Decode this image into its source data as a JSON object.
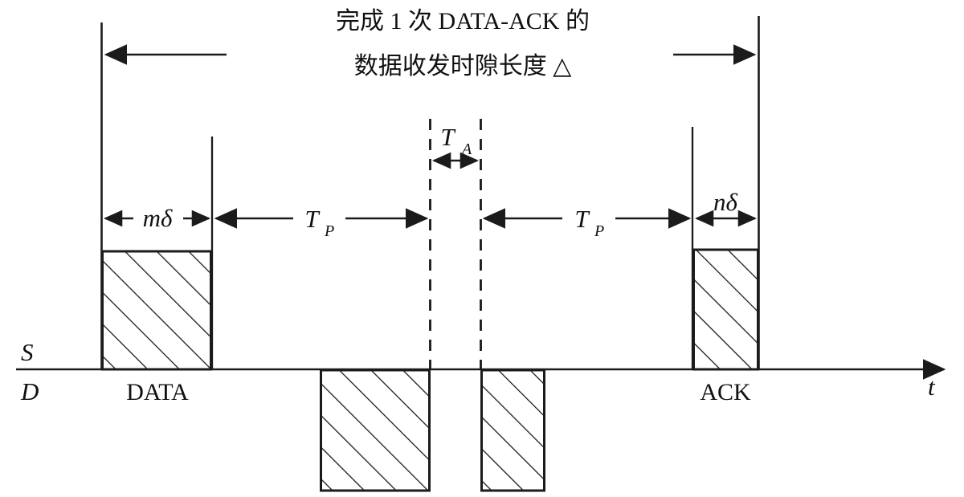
{
  "figure": {
    "type": "timing-diagram",
    "title_line1": "完成 1 次 DATA-ACK 的",
    "title_line2": "数据收发时隙长度 △",
    "axis": {
      "time_label": "t",
      "sender_label": "S",
      "destination_label": "D"
    },
    "blocks": [
      {
        "id": "data",
        "label": "DATA",
        "position": "above-axis",
        "side": "left"
      },
      {
        "id": "data-prop",
        "label": "",
        "position": "below-axis",
        "side": "left-mid"
      },
      {
        "id": "ack-prop",
        "label": "",
        "position": "below-axis",
        "side": "right-mid"
      },
      {
        "id": "ack",
        "label": "ACK",
        "position": "above-axis",
        "side": "right"
      }
    ],
    "measurements": [
      {
        "id": "m-delta",
        "label": "mδ",
        "description": "data transmission duration"
      },
      {
        "id": "tp-left",
        "label": "T",
        "sub": "P",
        "description": "propagation delay outbound"
      },
      {
        "id": "ta",
        "label": "T",
        "sub": "A",
        "description": "ack processing time"
      },
      {
        "id": "tp-right",
        "label": "T",
        "sub": "P",
        "description": "propagation delay return"
      },
      {
        "id": "n-delta",
        "label": "nδ",
        "description": "ack transmission duration"
      }
    ],
    "colors": {
      "line": "#1b1b1b",
      "background": "#ffffff",
      "text": "#111111"
    }
  }
}
